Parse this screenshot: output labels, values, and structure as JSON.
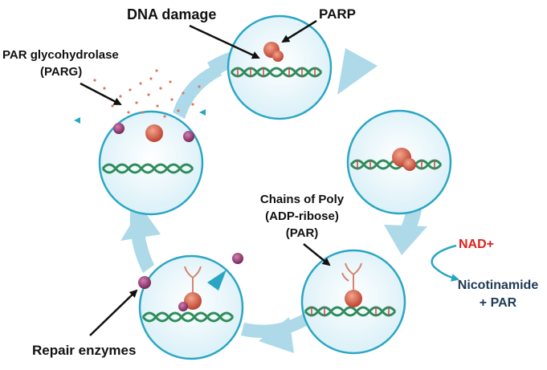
{
  "labels": {
    "dna_damage": "DNA damage",
    "parp": "PARP",
    "parg_line1": "PAR glycohydrolase",
    "parg_line2": "(PARG)",
    "chains_line1": "Chains of Poly",
    "chains_line2": "(ADP-ribose)",
    "chains_line3": "(PAR)",
    "nad": "NAD+",
    "nicotinamide_line1": "Nicotinamide",
    "nicotinamide_line2": "+ PAR",
    "repair_enzymes": "Repair enzymes"
  },
  "colors": {
    "cycle_arrow": "#9fd3e6",
    "circle_stroke": "#2aa6c4",
    "circle_fill": "#e8f6fb",
    "dna_green": "#2f8c5a",
    "dna_rung": "#c04848",
    "protein": "#d9674c",
    "nad_text": "#e0201c",
    "nicotinamide_text": "#1f3b55",
    "repair_enzyme": "#8a2b63"
  }
}
